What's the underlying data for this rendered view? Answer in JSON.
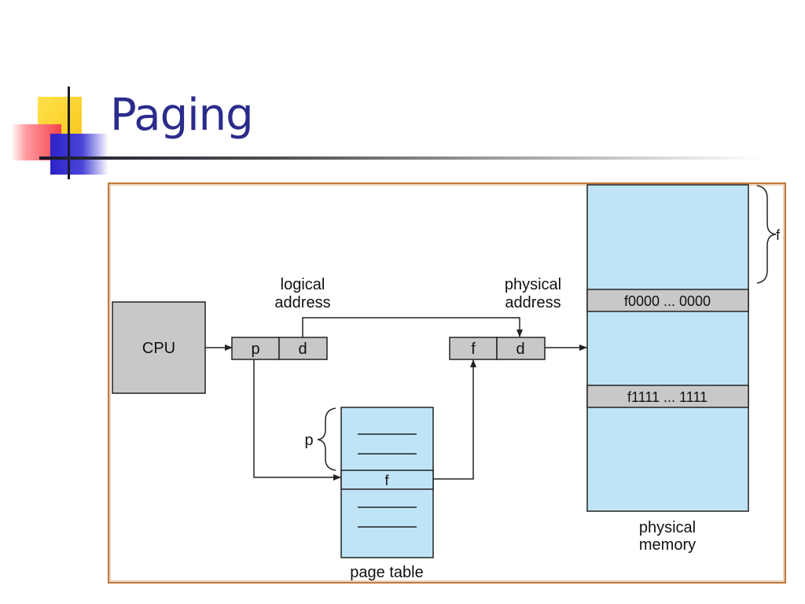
{
  "slide": {
    "title": "Paging",
    "accent_color": "#2b2b8c",
    "logo_colors": {
      "yellow": "#fdd72b",
      "red": "#f2424a",
      "blue": "#3a34d2"
    },
    "frame_color": "#c07a3c"
  },
  "diagram": {
    "colors": {
      "memory_fill": "#bfe4f5",
      "box_fill": "#c8c8c8",
      "cpu_fill": "#c8c8c8",
      "line": "#222222"
    },
    "cpu_label": "CPU",
    "logical_address_label": [
      "logical",
      "address"
    ],
    "logical_fields": [
      "p",
      "d"
    ],
    "physical_address_label": [
      "physical",
      "address"
    ],
    "physical_fields": [
      "f",
      "d"
    ],
    "page_table_label": "page table",
    "page_table_entry": "f",
    "page_table_brace_label": "p",
    "physical_memory_label": [
      "physical",
      "memory"
    ],
    "frame_start": "f0000 ... 0000",
    "frame_end": "f1111 ... 1111",
    "memory_brace_label": "f"
  }
}
